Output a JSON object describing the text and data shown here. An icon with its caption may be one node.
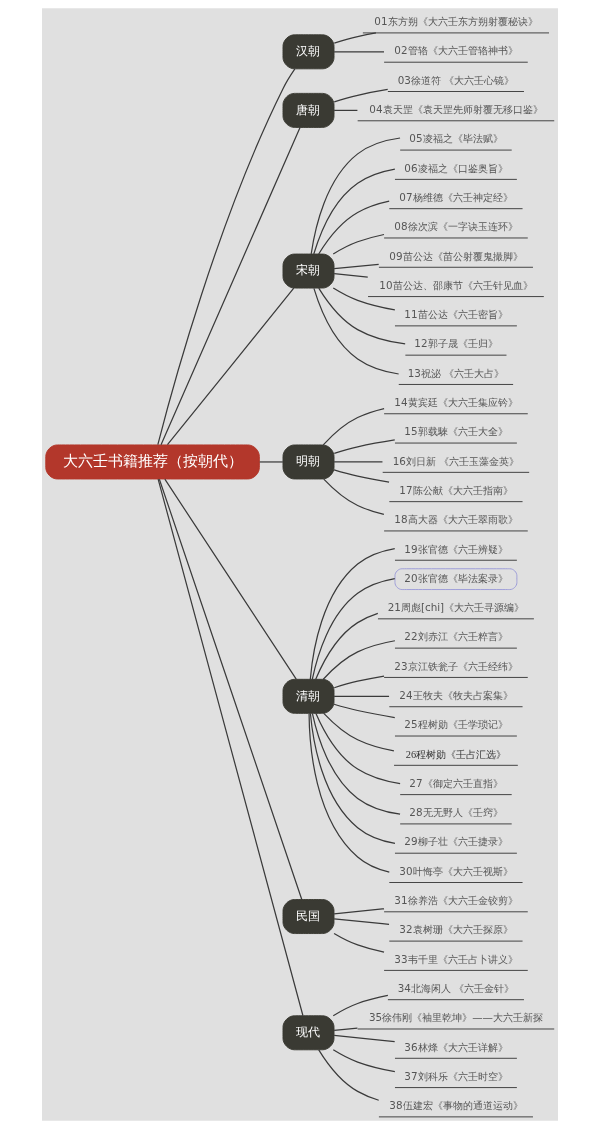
{
  "diagram": {
    "nodes": [
      {
        "text": [
          "大六壬书籍推荐（按朝代）"
        ]
      },
      {
        "text": [
          "汉朝"
        ]
      },
      {
        "text": [
          "01东方朔《大六壬东方朔射覆秘诀》"
        ]
      },
      {
        "text": [
          "02管辂《大六壬管辂神书》"
        ]
      },
      {
        "text": [
          "唐朝"
        ]
      },
      {
        "text": [
          "03徐道符 《大六壬心镜》"
        ]
      },
      {
        "text": [
          "04袁天罡《袁天罡先师射覆无移口鉴》"
        ]
      },
      {
        "text": [
          "宋朝"
        ]
      },
      {
        "text": [
          "05凌福之《毕法赋》"
        ]
      },
      {
        "text": [
          "06凌福之《口鉴奥旨》"
        ]
      },
      {
        "text": [
          "07杨维德《六壬神定经》"
        ]
      },
      {
        "text": [
          "08徐次滨《一字诀玉连环》"
        ]
      },
      {
        "text": [
          "09苗公达《苗公射覆鬼撮脚》"
        ]
      },
      {
        "text": [
          "10苗公达、邵康节《六壬针见血》"
        ]
      },
      {
        "text": [
          "11苗公达《六壬密旨》"
        ]
      },
      {
        "text": [
          "12郭子晟《壬归》"
        ]
      },
      {
        "text": [
          "13祝泌 《六壬大占》"
        ]
      },
      {
        "text": [
          "明朝"
        ]
      },
      {
        "text": [
          "14黄宾廷《大六壬集应钤》"
        ]
      },
      {
        "text": [
          "15郭载騋《六壬大全》"
        ]
      },
      {
        "text": [
          "16刘日新 《六壬玉藻金英》"
        ]
      },
      {
        "text": [
          "17陈公献《大六壬指南》"
        ]
      },
      {
        "text": [
          "18高大器《大六壬翠雨歌》"
        ]
      },
      {
        "text": [
          "清朝"
        ]
      },
      {
        "text": [
          "19张官德《六壬辨疑》"
        ]
      },
      {
        "text": [
          "20张官德《毕法案录》"
        ]
      },
      {
        "text": [
          "21周彪[chi]《大六壬寻源编》"
        ]
      },
      {
        "text": [
          "22刘赤江《六壬粹言》"
        ]
      },
      {
        "text": [
          "23京江铁瓮子《六壬经纬》"
        ]
      },
      {
        "text": [
          "24王牧夫《牧夫占案集》"
        ]
      },
      {
        "text": [
          "25程树勋《壬学琐记》"
        ]
      },
      {
        "text": [
          "26程树勋《壬占汇选》"
        ]
      },
      {
        "text": [
          "27《御定六壬直指》"
        ]
      },
      {
        "text": [
          "28无无野人《壬窍》"
        ]
      },
      {
        "text": [
          "29柳子壮《六壬捷录》"
        ]
      },
      {
        "text": [
          "30叶悔亭《大六壬视斯》"
        ]
      },
      {
        "text": [
          "民国"
        ]
      },
      {
        "text": [
          "31徐养浩《大六壬金铰剪》"
        ]
      },
      {
        "text": [
          "32袁树珊《大六壬探原》"
        ]
      },
      {
        "text": [
          "33韦千里《六壬占卜讲义》"
        ]
      },
      {
        "text": [
          "现代"
        ]
      },
      {
        "text": [
          "34北海闲人 《六壬金针》"
        ]
      },
      {
        "text": [
          "35徐伟刚《袖里乾坤》——大六壬新探"
        ]
      },
      {
        "text": [
          "36林烽《大六壬详解》"
        ]
      },
      {
        "text": [
          "37刘科乐《六壬时空》"
        ]
      },
      {
        "text": [
          "38伍建宏《事物的通道运动》"
        ]
      }
    ],
    "edges": [
      {
        "from": 0,
        "to": 1,
        "arrow": "none"
      },
      {
        "from": 1,
        "to": 2,
        "arrow": "none"
      },
      {
        "from": 1,
        "to": 3,
        "arrow": "none"
      },
      {
        "from": 0,
        "to": 4,
        "arrow": "none"
      },
      {
        "from": 4,
        "to": 5,
        "arrow": "none"
      },
      {
        "from": 4,
        "to": 6,
        "arrow": "none"
      },
      {
        "from": 0,
        "to": 7,
        "arrow": "none"
      },
      {
        "from": 7,
        "to": 8,
        "arrow": "none"
      },
      {
        "from": 7,
        "to": 9,
        "arrow": "none"
      },
      {
        "from": 7,
        "to": 10,
        "arrow": "none"
      },
      {
        "from": 7,
        "to": 11,
        "arrow": "none"
      },
      {
        "from": 7,
        "to": 12,
        "arrow": "none"
      },
      {
        "from": 7,
        "to": 13,
        "arrow": "none"
      },
      {
        "from": 7,
        "to": 14,
        "arrow": "none"
      },
      {
        "from": 7,
        "to": 15,
        "arrow": "none"
      },
      {
        "from": 7,
        "to": 16,
        "arrow": "none"
      },
      {
        "from": 0,
        "to": 17,
        "arrow": "none"
      },
      {
        "from": 17,
        "to": 18,
        "arrow": "none"
      },
      {
        "from": 17,
        "to": 19,
        "arrow": "none"
      },
      {
        "from": 17,
        "to": 20,
        "arrow": "none"
      },
      {
        "from": 17,
        "to": 21,
        "arrow": "none"
      },
      {
        "from": 17,
        "to": 22,
        "arrow": "none"
      },
      {
        "from": 0,
        "to": 23,
        "arrow": "none"
      },
      {
        "from": 23,
        "to": 24,
        "arrow": "none"
      },
      {
        "from": 23,
        "to": 25,
        "arrow": "none"
      },
      {
        "from": 23,
        "to": 26,
        "arrow": "none"
      },
      {
        "from": 23,
        "to": 27,
        "arrow": "none"
      },
      {
        "from": 23,
        "to": 28,
        "arrow": "none"
      },
      {
        "from": 23,
        "to": 29,
        "arrow": "none"
      },
      {
        "from": 23,
        "to": 30,
        "arrow": "none"
      },
      {
        "from": 23,
        "to": 31,
        "arrow": "none"
      },
      {
        "from": 23,
        "to": 32,
        "arrow": "none"
      },
      {
        "from": 23,
        "to": 33,
        "arrow": "none"
      },
      {
        "from": 23,
        "to": 34,
        "arrow": "none"
      },
      {
        "from": 23,
        "to": 35,
        "arrow": "none"
      },
      {
        "from": 0,
        "to": 36,
        "arrow": "none"
      },
      {
        "from": 36,
        "to": 37,
        "arrow": "none"
      },
      {
        "from": 36,
        "to": 38,
        "arrow": "none"
      },
      {
        "from": 36,
        "to": 39,
        "arrow": "none"
      },
      {
        "from": 0,
        "to": 40,
        "arrow": "none"
      },
      {
        "from": 40,
        "to": 41,
        "arrow": "none"
      },
      {
        "from": 40,
        "to": 42,
        "arrow": "none"
      },
      {
        "from": 40,
        "to": 43,
        "arrow": "none"
      },
      {
        "from": 40,
        "to": 44,
        "arrow": "none"
      },
      {
        "from": 40,
        "to": 45,
        "arrow": "none"
      }
    ]
  }
}
